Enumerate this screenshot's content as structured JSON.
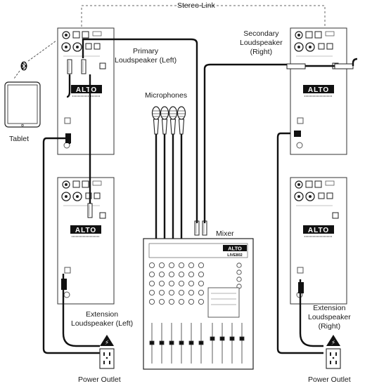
{
  "labels": {
    "stereo_link": "Stereo-Link",
    "primary": [
      "Primary",
      "Loudspeaker (Left)"
    ],
    "secondary": [
      "Secondary",
      "Loudspeaker",
      "(Right)"
    ],
    "tablet": "Tablet",
    "microphones": "Microphones",
    "mixer": "Mixer",
    "ext_left": [
      "Extension",
      "Loudspeaker (Left)"
    ],
    "ext_right": [
      "Extension",
      "Loudspeaker",
      "(Right)"
    ],
    "power_left": "Power Outlet",
    "power_right": "Power Outlet"
  },
  "brand": {
    "speaker_logo": "ALTO",
    "mixer_logo": "ALTO",
    "mixer_model": "LIVE802"
  },
  "icons": [
    "bluetooth-icon",
    "electrical-hazard-icon",
    "power-outlet-icon",
    "microphone-icon",
    "xlr-connector-icon"
  ]
}
